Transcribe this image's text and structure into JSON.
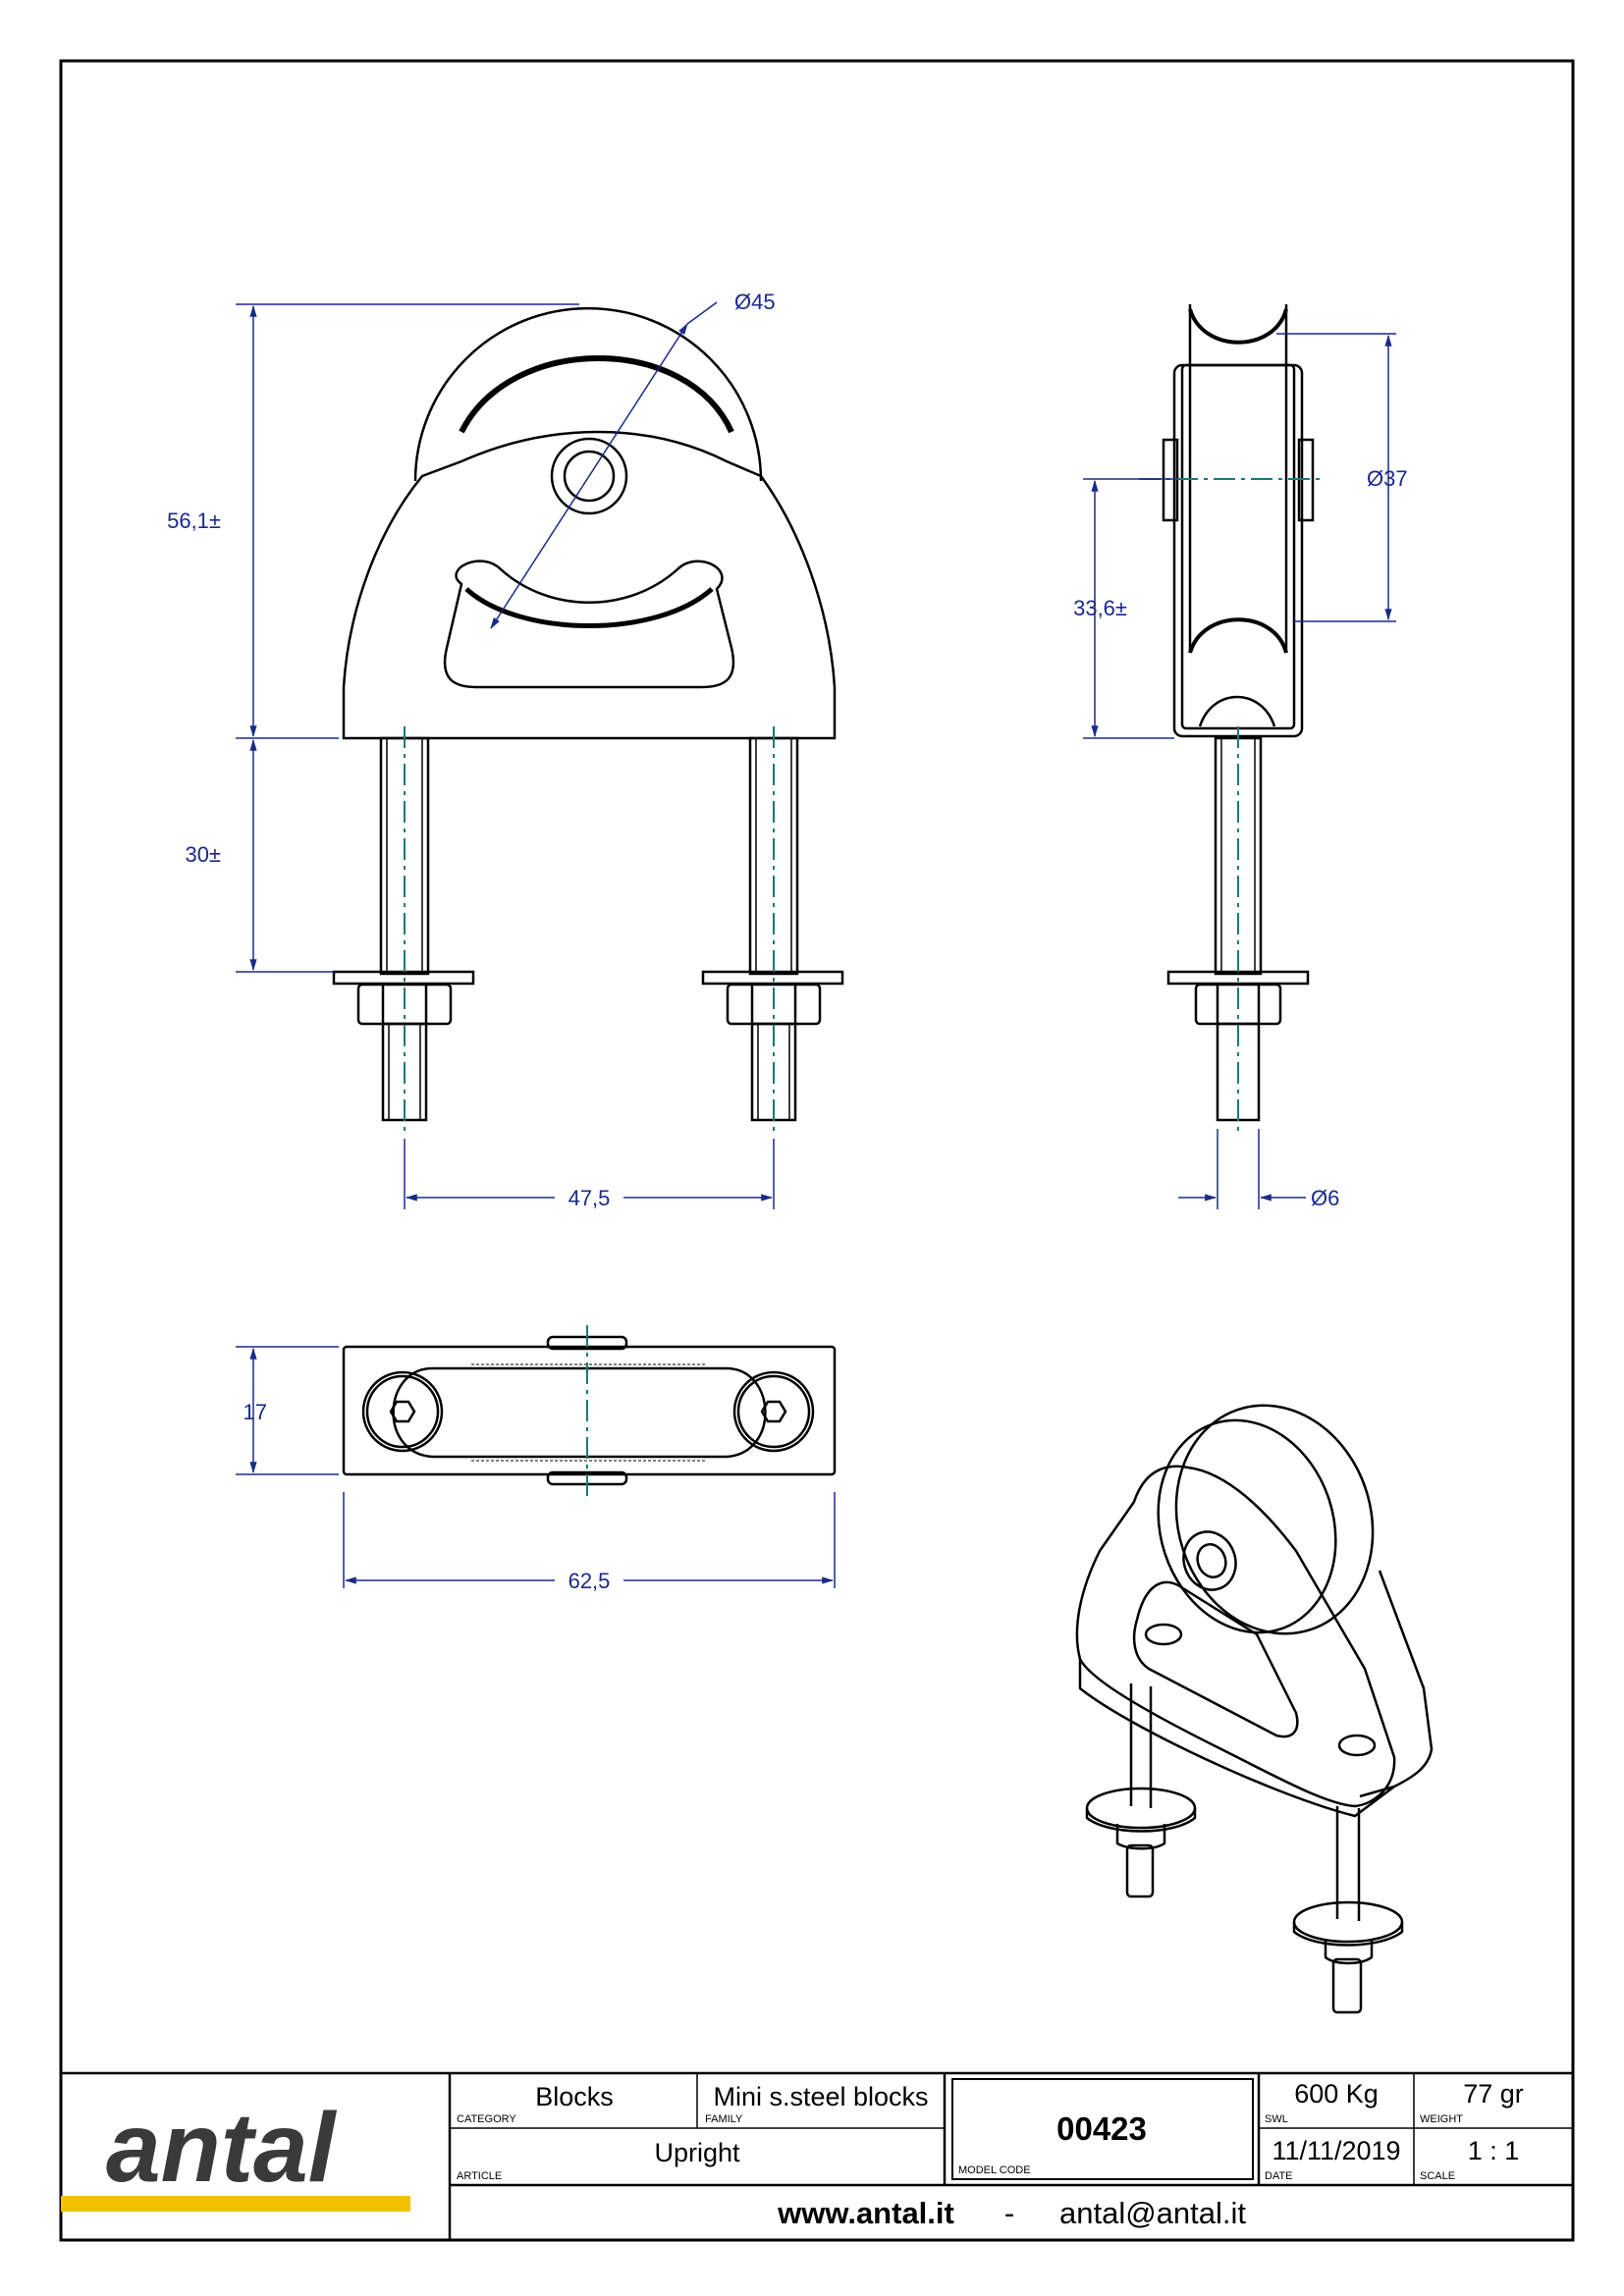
{
  "dimensions": {
    "diameter_wheel": "Ø45",
    "height_body": "56,1±",
    "height_bolt": "30±",
    "bolt_spacing": "47,5",
    "diameter_groove": "Ø37",
    "axle_height": "33,6±",
    "diameter_bolt": "Ø6",
    "depth": "17",
    "length": "62,5"
  },
  "title_block": {
    "logo": "antal",
    "category": {
      "value": "Blocks",
      "label": "CATEGORY"
    },
    "family": {
      "value": "Mini s.steel blocks",
      "label": "FAMILY"
    },
    "article": {
      "value": "Upright",
      "label": "ARTICLE"
    },
    "model_code": {
      "value": "00423",
      "label": "MODEL CODE"
    },
    "swl": {
      "value": "600 Kg",
      "label": "SWL"
    },
    "weight": {
      "value": "77 gr",
      "label": "WEIGHT"
    },
    "date": {
      "value": "11/11/2019",
      "label": "DATE"
    },
    "scale": {
      "value": "1 : 1",
      "label": "SCALE"
    },
    "website": "www.antal.it",
    "separator": "-",
    "email": "antal@antal.it"
  },
  "colors": {
    "dimension": "#1a2a8a",
    "centerline": "#1a7a7a",
    "logo_bar": "#f2c200"
  }
}
